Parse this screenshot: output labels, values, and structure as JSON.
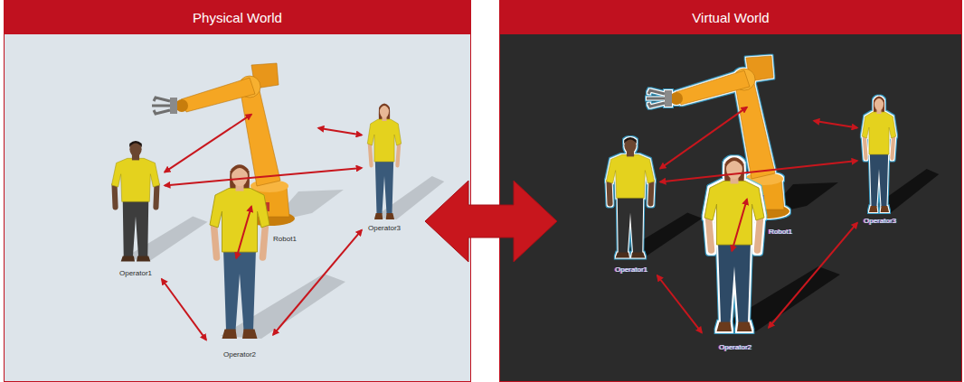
{
  "diagram": {
    "nodes": [
      {
        "text": [
          "Physical World"
        ]
      },
      {
        "text": [
          "Operator1"
        ],
        "in": 0
      },
      {
        "text": [
          "Robot1"
        ],
        "in": 0
      },
      {
        "text": [
          "Operator3"
        ],
        "in": 0
      },
      {
        "text": [
          "Operator2"
        ],
        "in": 0
      },
      {
        "text": [
          "Virtual World"
        ]
      },
      {
        "text": [
          "Operator1"
        ],
        "in": 5
      },
      {
        "text": [
          "Robot1"
        ],
        "in": 5
      },
      {
        "text": [
          "Operator3"
        ],
        "in": 5
      },
      {
        "text": [
          "Operator2"
        ],
        "in": 5
      }
    ],
    "edges": [
      {
        "from": 1,
        "to": 2,
        "arrow": "both"
      },
      {
        "from": 2,
        "to": 3,
        "arrow": "both"
      },
      {
        "from": 1,
        "to": 3,
        "arrow": "both"
      },
      {
        "from": 2,
        "to": 4,
        "arrow": "both"
      },
      {
        "from": 1,
        "to": 4,
        "arrow": "both"
      },
      {
        "from": 4,
        "to": 3,
        "arrow": "both"
      },
      {
        "from": 6,
        "to": 7,
        "arrow": "both"
      },
      {
        "from": 7,
        "to": 8,
        "arrow": "both"
      },
      {
        "from": 6,
        "to": 8,
        "arrow": "both"
      },
      {
        "from": 7,
        "to": 9,
        "arrow": "both"
      },
      {
        "from": 6,
        "to": 9,
        "arrow": "both"
      },
      {
        "from": 9,
        "to": 8,
        "arrow": "both"
      },
      {
        "from": 0,
        "to": 5,
        "arrow": "both"
      }
    ]
  }
}
